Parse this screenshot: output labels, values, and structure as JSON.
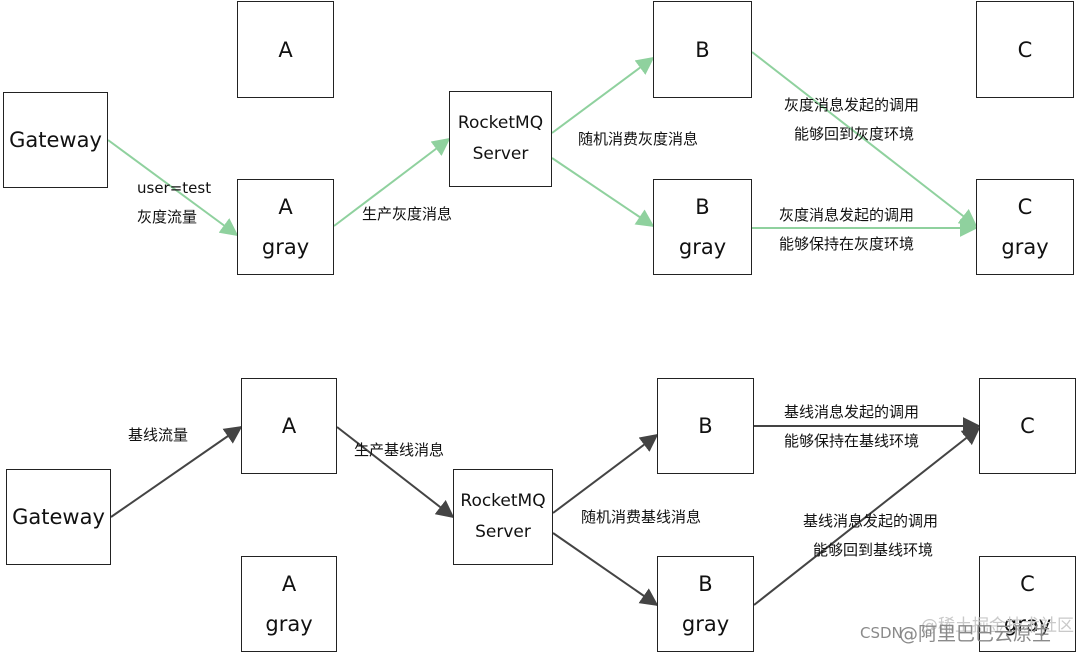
{
  "top": {
    "gateway": "Gateway",
    "a": "A",
    "a_gray": [
      "A",
      "gray"
    ],
    "server": [
      "RocketMQ",
      "Server"
    ],
    "b": "B",
    "b_gray": [
      "B",
      "gray"
    ],
    "c": "C",
    "c_gray": [
      "C",
      "gray"
    ],
    "edge_gateway_agray": [
      "user=test",
      "灰度流量"
    ],
    "edge_agray_server": "生产灰度消息",
    "edge_server_b": "随机消费灰度消息",
    "edge_b_cgray": [
      "灰度消息发起的调用",
      "能够回到灰度环境"
    ],
    "edge_bgray_cgray": [
      "灰度消息发起的调用",
      "能够保持在灰度环境"
    ]
  },
  "bottom": {
    "gateway": "Gateway",
    "a": "A",
    "a_gray": [
      "A",
      "gray"
    ],
    "server": [
      "RocketMQ",
      "Server"
    ],
    "b": "B",
    "b_gray": [
      "B",
      "gray"
    ],
    "c": "C",
    "c_gray": [
      "C",
      "gray"
    ],
    "edge_gateway_a": "基线流量",
    "edge_a_server": "生产基线消息",
    "edge_server_b": "随机消费基线消息",
    "edge_b_c": [
      "基线消息发起的调用",
      "能够保持在基线环境"
    ],
    "edge_bgray_c": [
      "基线消息发起的调用",
      "能够回到基线环境"
    ]
  },
  "watermark": {
    "line1": "@稀土掘金技术社区",
    "csdn": "CSDN",
    "line2": "@阿里巴巴云原生"
  },
  "colors": {
    "green_edge": "#8fd19e",
    "gray_edge": "#444444",
    "box_border": "#222222"
  }
}
